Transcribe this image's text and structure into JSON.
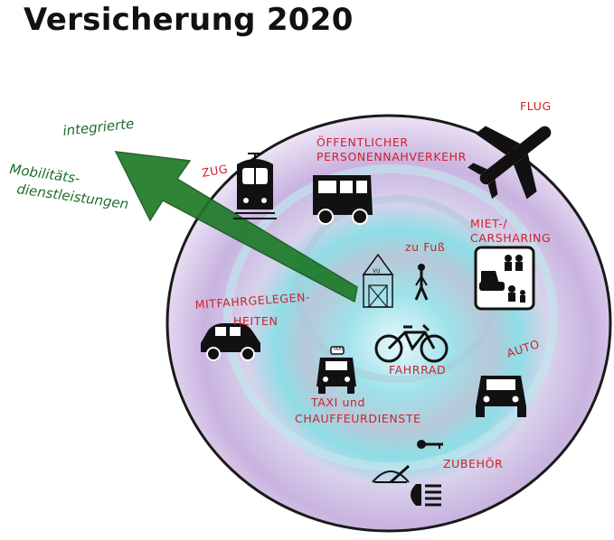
{
  "title": "Versicherung 2020",
  "arrow_label": {
    "line1": "integrierte",
    "line2": "Mobilitäts-",
    "line3": "dienstleistungen"
  },
  "labels": {
    "flug": "FLUG",
    "zug": "ZUG",
    "oepnv_line1": "ÖFFENTLICHER",
    "oepnv_line2": "PERSONENNAHVERKEHR",
    "miet_line1": "MIET-/",
    "miet_line2": "CARSHARING",
    "zu_fuss": "zu Fuß",
    "mitfahr_line1": "MITFAHRGELEGEN-",
    "mitfahr_line2": "HEITEN",
    "fahrrad": "FAHRRAD",
    "auto": "AUTO",
    "taxi_line1": "TAXI und",
    "taxi_line2": "CHAUFFEURDIENSTE",
    "zubehoer": "ZUBEHÖR",
    "taxi_sign": "TAXI",
    "house_sign": "VU"
  },
  "colors": {
    "outer_ring": "#c9b3e0",
    "inner_ring": "#8fdde6",
    "arrow": "#1e7a28",
    "label_red": "#d0202a",
    "label_green": "#1f6e2e"
  }
}
